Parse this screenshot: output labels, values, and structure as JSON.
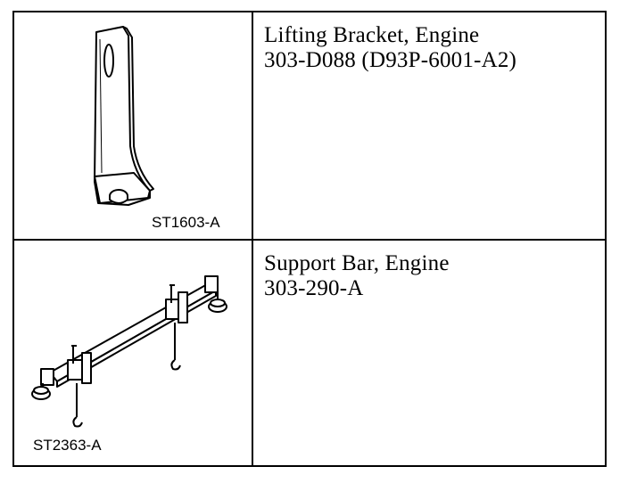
{
  "tools": [
    {
      "name": "Lifting Bracket, Engine",
      "number": "303-D088 (D93P-6001-A2)",
      "art_code": "ST1603-A",
      "illustration": "lifting-bracket-icon"
    },
    {
      "name": "Support Bar, Engine",
      "number": "303-290-A",
      "art_code": "ST2363-A",
      "illustration": "support-bar-icon"
    }
  ]
}
